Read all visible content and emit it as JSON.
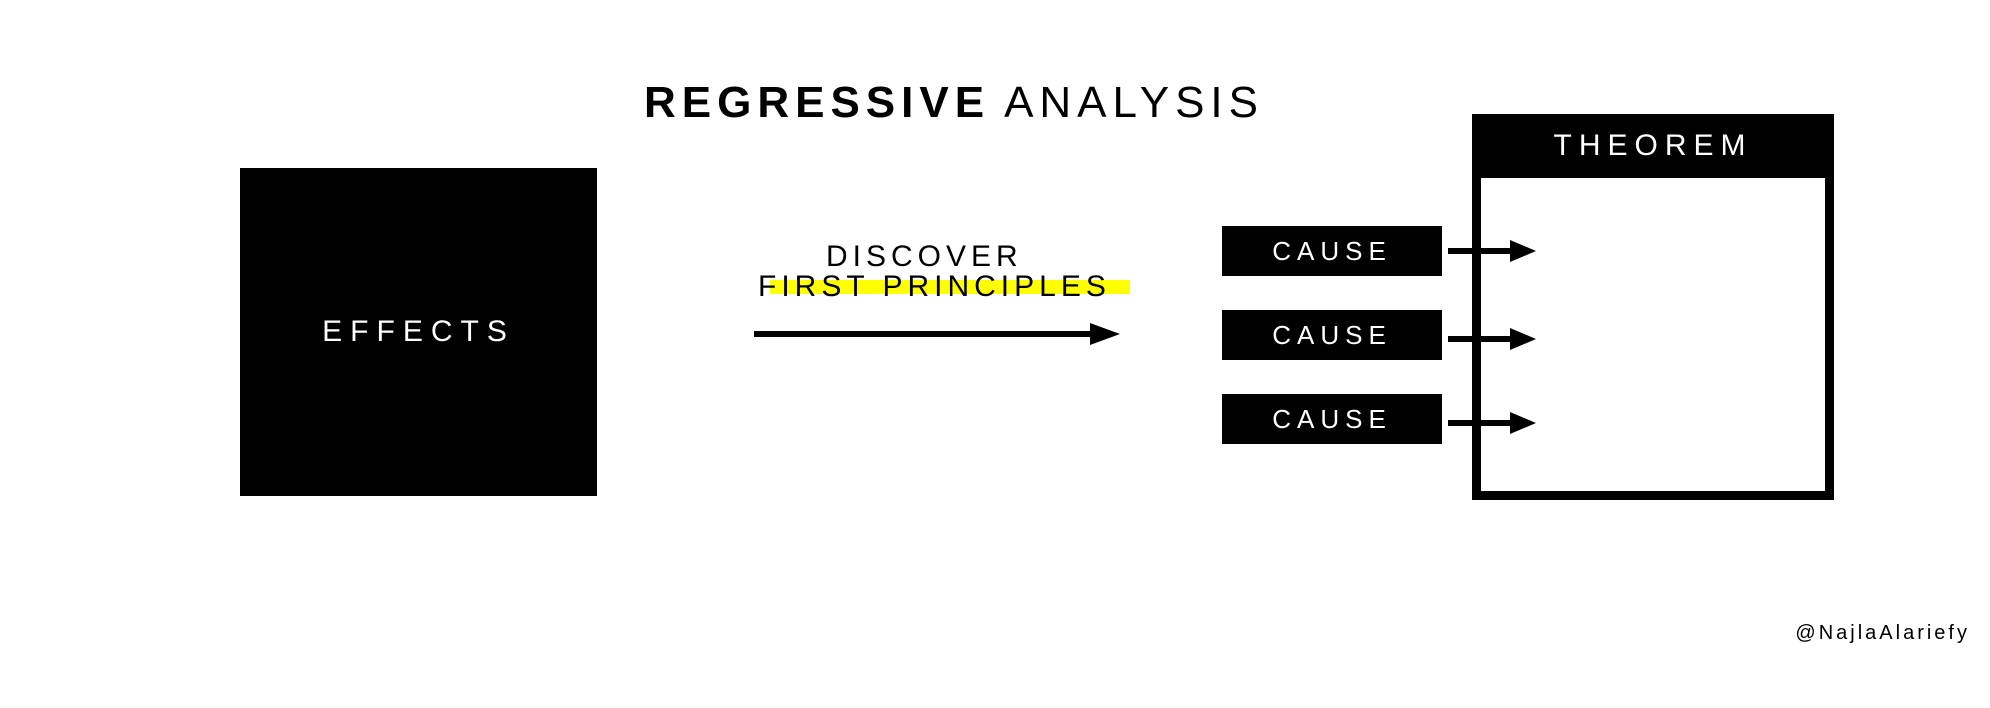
{
  "title": {
    "bold": "REGRESSIVE",
    "light": "ANALYSIS"
  },
  "effects": {
    "label": "EFFECTS"
  },
  "process": {
    "line1": "DISCOVER",
    "line2": "FIRST PRINCIPLES",
    "highlight_color": "#ffff00"
  },
  "causes": [
    {
      "label": "CAUSE"
    },
    {
      "label": "CAUSE"
    },
    {
      "label": "CAUSE"
    }
  ],
  "theorem": {
    "label": "THEOREM"
  },
  "credit": "@NajlaAlariefy",
  "colors": {
    "ink": "#000000",
    "background": "#ffffff",
    "highlight": "#ffff00"
  }
}
